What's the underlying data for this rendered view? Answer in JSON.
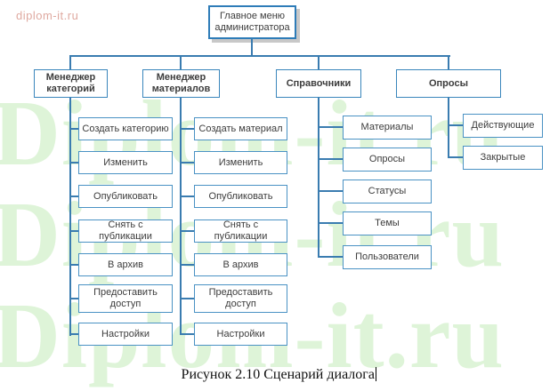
{
  "watermarks": {
    "corner_text": "diplom-it.ru",
    "row_text": "Diplom-it.ru"
  },
  "diagram": {
    "root": "Главное меню администратора",
    "columns": [
      {
        "header": "Менеджер категорий",
        "items": [
          "Создать категорию",
          "Изменить",
          "Опубликовать",
          "Снять с публикации",
          "В архив",
          "Предоставить доступ",
          "Настройки"
        ]
      },
      {
        "header": "Менеджер материалов",
        "items": [
          "Создать материал",
          "Изменить",
          "Опубликовать",
          "Снять с публикации",
          "В архив",
          "Предоставить доступ",
          "Настройки"
        ]
      },
      {
        "header": "Справочники",
        "items": [
          "Материалы",
          "Опросы",
          "Статусы",
          "Темы",
          "Пользователи"
        ]
      },
      {
        "header": "Опросы",
        "items": [
          "Действующие",
          "Закрытые"
        ]
      }
    ]
  },
  "caption": "Рисунок 2.10 Сценарий диалога",
  "colors": {
    "root_border": "#2e7cb8",
    "node_border": "#4a92c4",
    "connector": "#3a7cb0",
    "shadow": "#c8c8c8",
    "watermark_green": "#def4d8",
    "watermark_pink": "#dfa9a0",
    "text": "#3c3c3c"
  }
}
